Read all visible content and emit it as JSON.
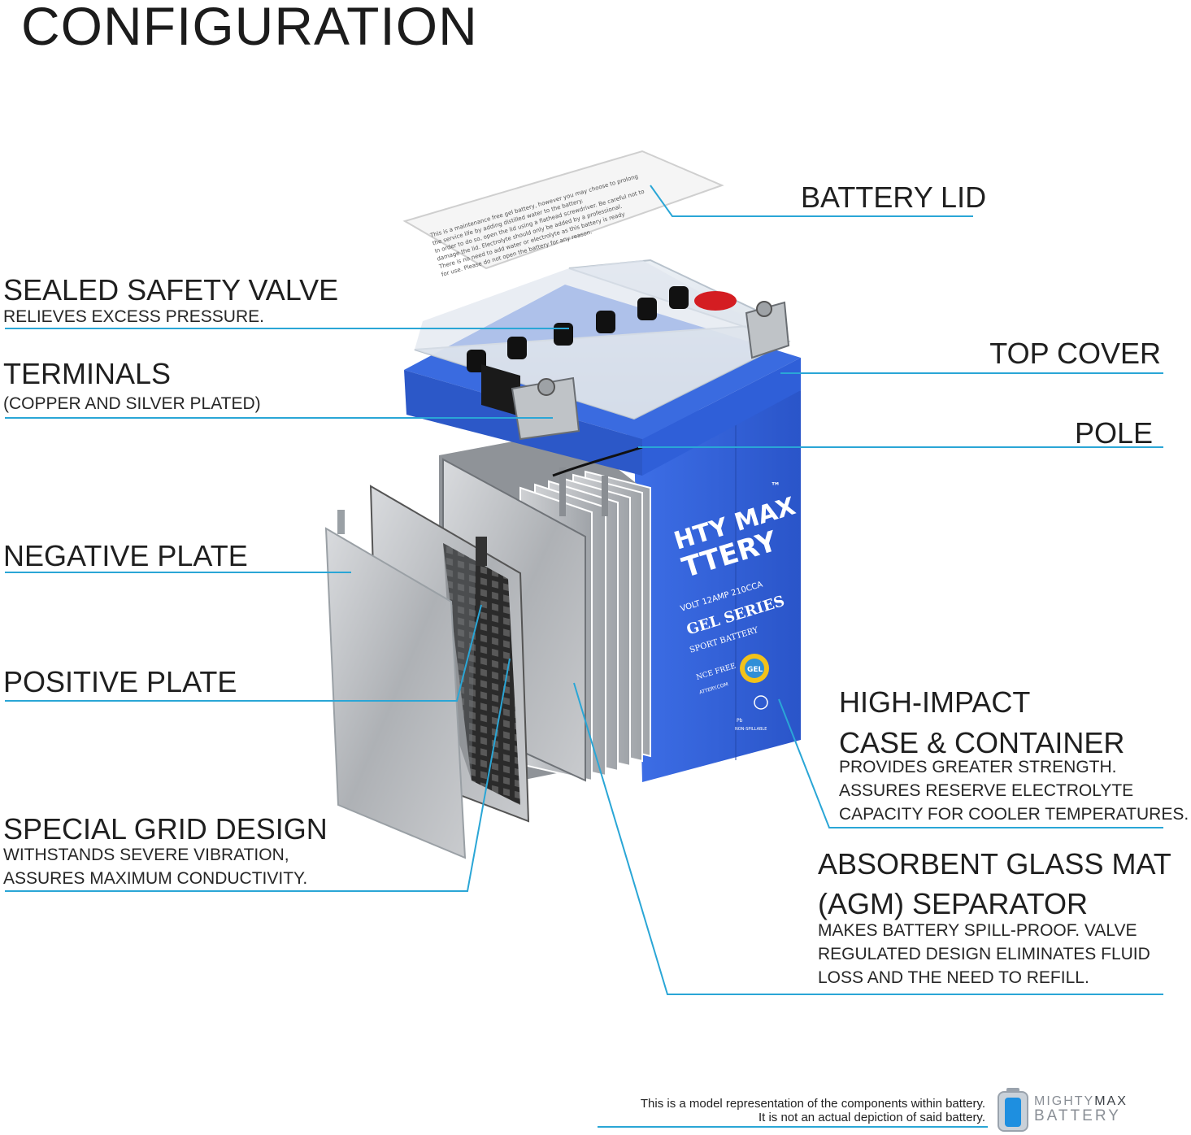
{
  "title": "CONFIGURATION",
  "callouts": {
    "battery_lid": {
      "label": "BATTERY LID"
    },
    "sealed_valve": {
      "label": "SEALED SAFETY VALVE",
      "desc": "RELIEVES EXCESS PRESSURE."
    },
    "top_cover": {
      "label": "TOP COVER"
    },
    "terminals": {
      "label": "TERMINALS",
      "desc": "(COPPER AND SILVER PLATED)"
    },
    "pole": {
      "label": "POLE"
    },
    "negative_plate": {
      "label": "NEGATIVE PLATE"
    },
    "positive_plate": {
      "label": "POSITIVE PLATE"
    },
    "case": {
      "label_line1": "HIGH-IMPACT",
      "label_line2": "CASE & CONTAINER",
      "desc_line1": "PROVIDES GREATER STRENGTH.",
      "desc_line2": "ASSURES RESERVE ELECTROLYTE",
      "desc_line3": "CAPACITY FOR COOLER TEMPERATURES."
    },
    "grid": {
      "label": "SPECIAL GRID DESIGN",
      "desc_line1": "WITHSTANDS SEVERE VIBRATION,",
      "desc_line2": "ASSURES MAXIMUM CONDUCTIVITY."
    },
    "agm": {
      "label_line1": "ABSORBENT GLASS MAT",
      "label_line2": "(AGM) SEPARATOR",
      "desc_line1": "MAKES BATTERY SPILL-PROOF. VALVE",
      "desc_line2": "REGULATED DESIGN ELIMINATES FLUID",
      "desc_line3": "LOSS AND THE NEED TO REFILL."
    }
  },
  "lid_text": [
    "This is a maintenance free gel battery, however you may choose to prolong",
    "the service life by adding distilled water to the battery.",
    "In order to do so, open the lid using a flathead screwdriver. Be careful not to",
    "damage the lid. Electrolyte should only be added by a professional.",
    "There is no need to add water or electrolyte as this battery is ready",
    "for use. Please do not open the battery for any reason."
  ],
  "battery_label": {
    "brand_line1": "HTY MAX",
    "brand_line2": "TTERY",
    "tm": "™",
    "spec": "VOLT 12AMP 210CCA",
    "series": "GEL SERIES",
    "type": "SPORT BATTERY",
    "maint": "NCE FREE",
    "web": "ATTERY.COM",
    "gel_badge": "GEL",
    "non_spillable": "NON-SPILLABLE",
    "pb": "Pb"
  },
  "footer": {
    "line1": "This is a model representation of the components within battery.",
    "line2": "It is not an actual depiction of said battery.",
    "logo_line1_a": "MIGHTY",
    "logo_line1_b": "MAX",
    "logo_line2": "BATTERY"
  },
  "colors": {
    "leader_line": "#2aa6d6",
    "battery_blue": "#2f5fd8",
    "plate_gray": "#b8babd",
    "text": "#1c1c1c"
  }
}
